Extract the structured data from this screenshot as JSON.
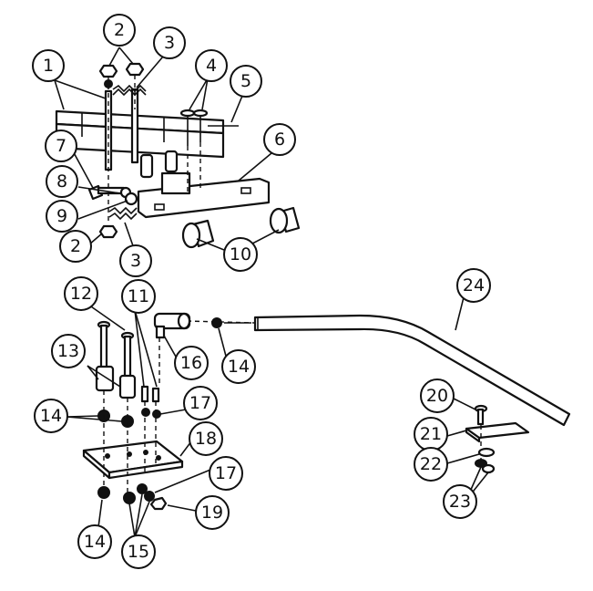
{
  "callouts": [
    {
      "id": "c1",
      "label": "1"
    },
    {
      "id": "c2a",
      "label": "2"
    },
    {
      "id": "c3a",
      "label": "3"
    },
    {
      "id": "c4",
      "label": "4"
    },
    {
      "id": "c5",
      "label": "5"
    },
    {
      "id": "c6",
      "label": "6"
    },
    {
      "id": "c7",
      "label": "7"
    },
    {
      "id": "c8",
      "label": "8"
    },
    {
      "id": "c9",
      "label": "9"
    },
    {
      "id": "c2b",
      "label": "2"
    },
    {
      "id": "c3b",
      "label": "3"
    },
    {
      "id": "c10",
      "label": "10"
    },
    {
      "id": "c12",
      "label": "12"
    },
    {
      "id": "c11",
      "label": "11"
    },
    {
      "id": "c24",
      "label": "24"
    },
    {
      "id": "c13",
      "label": "13"
    },
    {
      "id": "c16",
      "label": "16"
    },
    {
      "id": "c14a",
      "label": "14"
    },
    {
      "id": "c14b",
      "label": "14"
    },
    {
      "id": "c17a",
      "label": "17"
    },
    {
      "id": "c18",
      "label": "18"
    },
    {
      "id": "c17b",
      "label": "17"
    },
    {
      "id": "c19",
      "label": "19"
    },
    {
      "id": "c14c",
      "label": "14"
    },
    {
      "id": "c15",
      "label": "15"
    },
    {
      "id": "c20",
      "label": "20"
    },
    {
      "id": "c21",
      "label": "21"
    },
    {
      "id": "c22",
      "label": "22"
    },
    {
      "id": "c23",
      "label": "23"
    }
  ]
}
